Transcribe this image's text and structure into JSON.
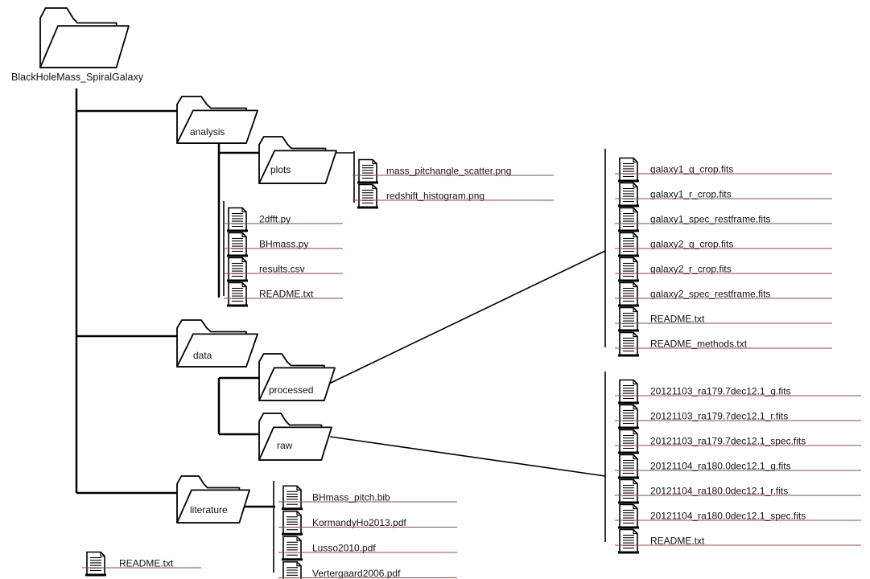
{
  "root": {
    "name": "BlackHoleMass_SpiralGalaxy",
    "icon": "folder-icon"
  },
  "folders": {
    "analysis": "analysis",
    "plots": "plots",
    "data": "data",
    "processed": "processed",
    "raw": "raw",
    "literature": "literature"
  },
  "files": {
    "plots": [
      "mass_pitchangle_scatter.png",
      "redshift_histogram.png"
    ],
    "analysis": [
      "2dfft.py",
      "BHmass.py",
      "results.csv",
      "README.txt"
    ],
    "processed": [
      "galaxy1_g_crop.fits",
      "galaxy1_r_crop.fits",
      "galaxy1_spec_restframe.fits",
      "galaxy2_g_crop.fits",
      "galaxy2_r_crop.fits",
      "galaxy2_spec_restframe.fits",
      "README.txt",
      "README_methods.txt"
    ],
    "raw": [
      "20121103_ra179.7dec12.1_g.fits",
      "20121103_ra179.7dec12.1_r.fits",
      "20121103_ra179.7dec12.1_spec.fits",
      "20121104_ra180.0dec12.1_g.fits",
      "20121104_ra180.0dec12.1_r.fits",
      "20121104_ra180.0dec12.1_spec.fits",
      "README.txt"
    ],
    "literature": [
      "BHmass_pitch.bib",
      "KormandyHo2013.pdf",
      "Lusso2010.pdf",
      "Vertergaard2006.pdf"
    ],
    "root": [
      "README.txt"
    ]
  },
  "colors": {
    "line": "#000000",
    "underline": "#8b4a4a",
    "text": "#111111"
  },
  "icons": {
    "folder": "folder-icon",
    "file": "document-icon"
  }
}
